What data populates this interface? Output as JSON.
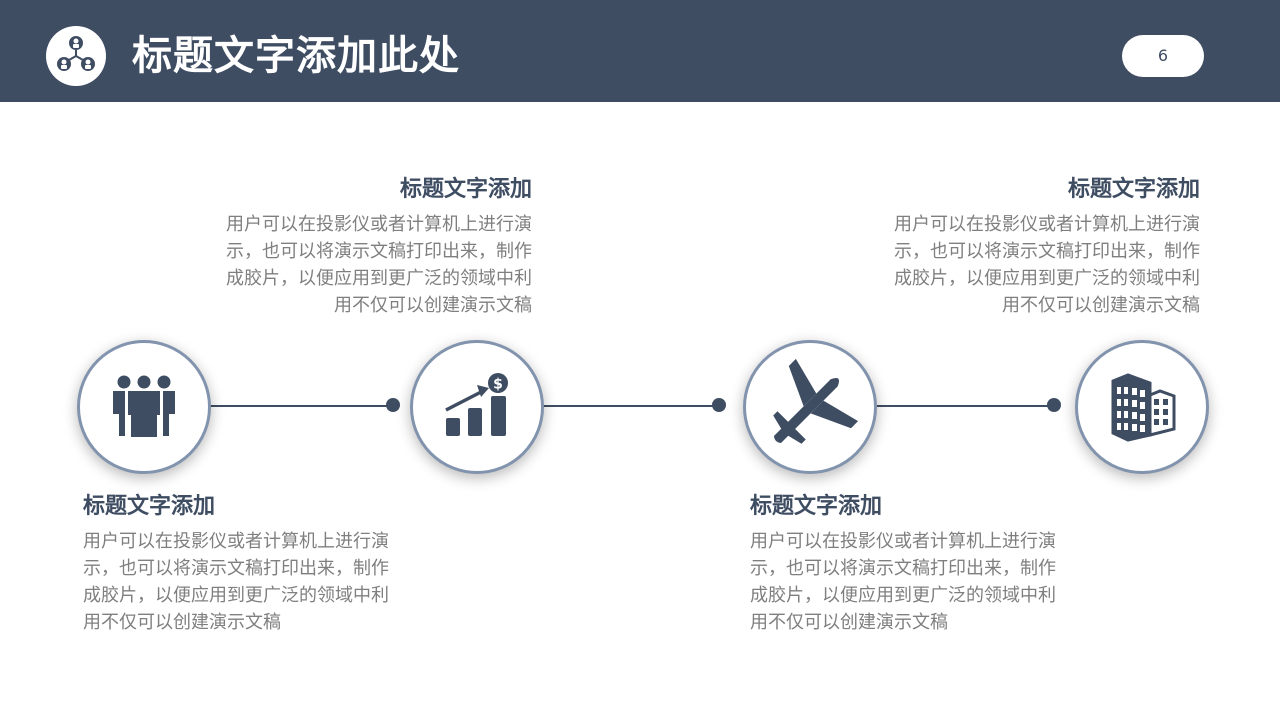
{
  "header": {
    "title": "标题文字添加此处",
    "page_number": "6",
    "logo_icon": "network-people-icon",
    "background_color": "#3f4d63"
  },
  "timeline": {
    "accent_color": "#3f4d63",
    "ring_color": "#8293ad",
    "steps": [
      {
        "icon": "team-icon",
        "title": "标题文字添加",
        "lines": [
          "用户可以在投影仪或者计算机上进行演",
          "示，也可以将演示文稿打印出来，制作",
          "成胶片，以便应用到更广泛的领域中利",
          "用不仅可以创建演示文稿"
        ]
      },
      {
        "icon": "growth-chart-dollar-icon",
        "title": "标题文字添加",
        "lines": [
          "用户可以在投影仪或者计算机上进行演",
          "示，也可以将演示文稿打印出来，制作",
          "成胶片，以便应用到更广泛的领域中利",
          "用不仅可以创建演示文稿"
        ]
      },
      {
        "icon": "airplane-icon",
        "title": "标题文字添加",
        "lines": [
          "用户可以在投影仪或者计算机上进行演",
          "示，也可以将演示文稿打印出来，制作",
          "成胶片，以便应用到更广泛的领域中利",
          "用不仅可以创建演示文稿"
        ]
      },
      {
        "icon": "building-icon",
        "title": "标题文字添加",
        "lines": [
          "用户可以在投影仪或者计算机上进行演",
          "示，也可以将演示文稿打印出来，制作",
          "成胶片，以便应用到更广泛的领域中利",
          "用不仅可以创建演示文稿"
        ]
      }
    ]
  }
}
